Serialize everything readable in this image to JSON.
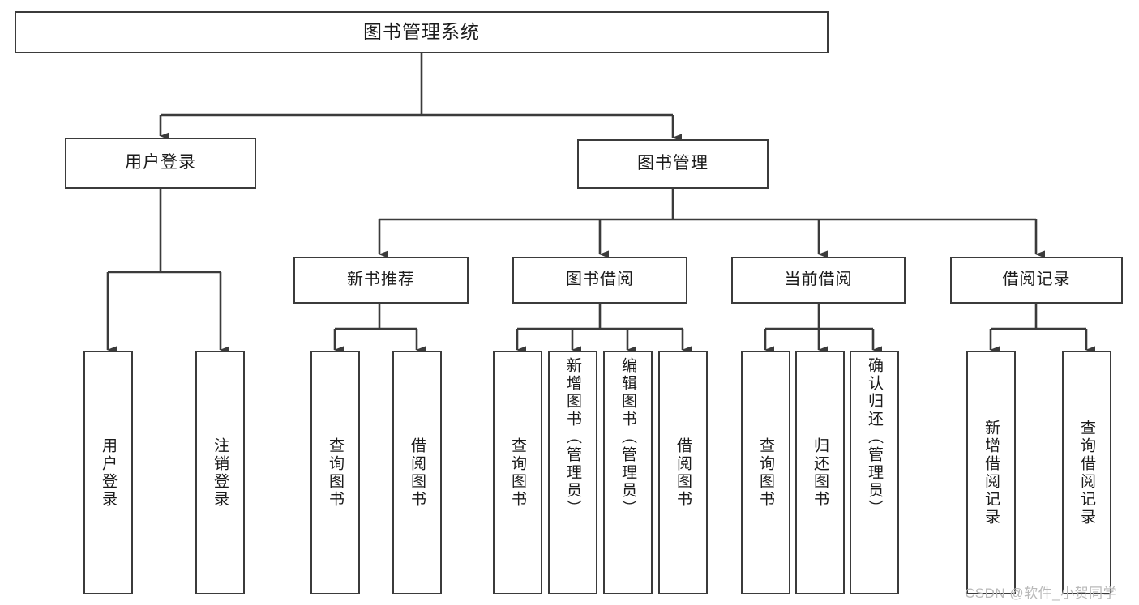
{
  "diagram": {
    "title": "图书管理系统",
    "type": "功能结构图",
    "root": {
      "label": "图书管理系统"
    },
    "level1": [
      {
        "label": "用户登录"
      },
      {
        "label": "图书管理"
      }
    ],
    "level2": [
      {
        "label": "新书推荐",
        "parent": "图书管理"
      },
      {
        "label": "图书借阅",
        "parent": "图书管理"
      },
      {
        "label": "当前借阅",
        "parent": "图书管理"
      },
      {
        "label": "借阅记录",
        "parent": "图书管理"
      }
    ],
    "leaves": [
      {
        "label": "用户登录",
        "parent": "用户登录"
      },
      {
        "label": "注销登录",
        "parent": "用户登录"
      },
      {
        "label": "查询图书",
        "parent": "新书推荐"
      },
      {
        "label": "借阅图书",
        "parent": "新书推荐"
      },
      {
        "label": "查询图书",
        "parent": "图书借阅"
      },
      {
        "label": "新增图书（管理员）",
        "parent": "图书借阅"
      },
      {
        "label": "编辑图书（管理员）",
        "parent": "图书借阅"
      },
      {
        "label": "借阅图书",
        "parent": "图书借阅"
      },
      {
        "label": "查询图书",
        "parent": "当前借阅"
      },
      {
        "label": "归还图书",
        "parent": "当前借阅"
      },
      {
        "label": "确认归还（管理员）",
        "parent": "当前借阅"
      },
      {
        "label": "新增借阅记录",
        "parent": "借阅记录"
      },
      {
        "label": "查询借阅记录",
        "parent": "借阅记录"
      }
    ]
  },
  "watermark": {
    "text": "CSDN @软件_小贺同学"
  },
  "colors": {
    "background": "#ffffff",
    "box_border": "#3b3b3b",
    "box_fill": "#ffffff",
    "text": "#1b1b1b",
    "connector": "#3b3b3b",
    "watermark": "#b9b9b9"
  }
}
